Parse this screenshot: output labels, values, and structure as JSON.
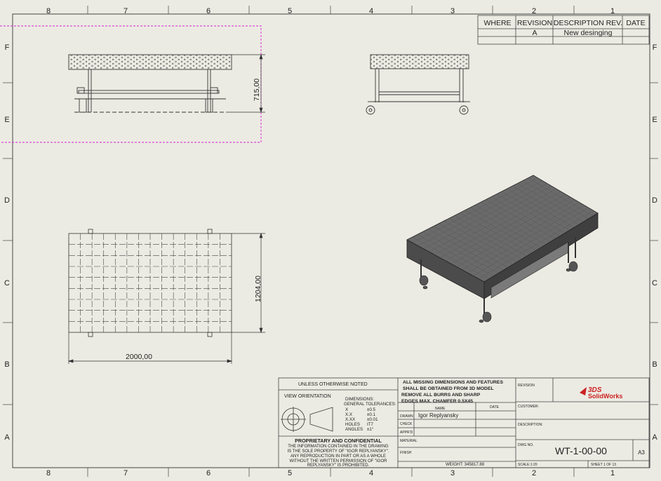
{
  "border": {
    "columns": [
      "8",
      "7",
      "6",
      "5",
      "4",
      "3",
      "2",
      "1"
    ],
    "rows": [
      "F",
      "E",
      "D",
      "C",
      "B",
      "A"
    ]
  },
  "revision_table": {
    "headers": [
      "WHERE",
      "REVISION",
      "DESCRIPTION REV.",
      "DATE"
    ],
    "rows": [
      {
        "where": "",
        "revision": "A",
        "description": "New desinging",
        "date": ""
      }
    ]
  },
  "dimensions": {
    "height": "715,00",
    "width": "1204,00",
    "length": "2000,00"
  },
  "title_block": {
    "unless_noted": "UNLESS OTHERWISE NOTED",
    "view_orientation": "VIEW ORIENTATION",
    "dims_heading_1": "DIMENSIONS:",
    "dims_heading_2": "GENERAL TOLERANCES:",
    "tolerances": [
      {
        "label": "X",
        "value": "±0.5"
      },
      {
        "label": "X.X",
        "value": "±0.1"
      },
      {
        "label": "X.XX",
        "value": "±0.01"
      },
      {
        "label": "HOLES",
        "value": "IT7"
      },
      {
        "label": "ANGLES",
        "value": "±1°"
      }
    ],
    "proprietary_title": "PROPRIETARY AND CONFIDENTIAL",
    "proprietary_lines": [
      "THE INFORMATION CONTAINED IN THE  DRAWING",
      "IS THE SOLE PROPERTY OF \"IGOR REPLYANSKY\".",
      "ANY REPRODUCTION IN PART OR AS A WHOLE",
      "WITHOUT THE WRITTEN PERMISSION OF \"IGOR",
      "REPLYANSKY\" IS PROHIBITED."
    ],
    "notes": [
      "ALL MISSING DIMENSIONS AND FEATURES",
      "SHALL BE OBTAINED FROM 3D MODEL",
      "REMOVE ALL BURRS AND SHARP",
      "EDGES MAX. CHAMFER 0.5X45"
    ],
    "name_header": "NAME",
    "date_header": "DATE",
    "row_labels": [
      "DRAWN",
      "CHECK",
      "APPR'D"
    ],
    "drawn_by": "Igor Replyansky",
    "material_label": "MATERIAL",
    "finish_label": "FINISH",
    "weight": "WEIGHT: 345817.88",
    "revision_label": "REVISION",
    "customer_label": "CUSTOMER:",
    "description_label": "DESCRIPTION:",
    "dwg_label": "DWG NO.",
    "dwg_no": "WT-1-00-00",
    "sheet_size": "A3",
    "scale": "SCALE:1:20",
    "sheet": "SHEET 1 OF 13",
    "logo_text": "SolidWorks",
    "logo_mark": "3DS"
  },
  "colors": {
    "paper": "#ecebe3",
    "line": "#3a3a3a",
    "selection": "#d020d0",
    "logo_red": "#cc2222"
  }
}
